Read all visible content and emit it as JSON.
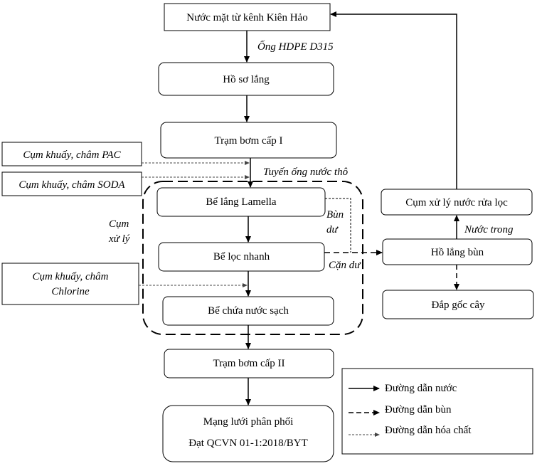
{
  "nodes": {
    "source": "Nước mặt từ kênh Kiên Hảo",
    "presettling": "Hồ sơ lắng",
    "pump1": "Trạm bơm cấp I",
    "lamella": "Bể lắng Lamella",
    "rapid_filter": "Bể lọc nhanh",
    "clear_tank": "Bể chứa nước sạch",
    "pump2": "Trạm bơm cấp II",
    "network_line1": "Mạng lưới phân phối",
    "network_line2": "Đạt QCVN 01-1:2018/BYT",
    "washwater": "Cụm xử lý nước rửa lọc",
    "sludge_pond": "Hồ lắng bùn",
    "tree_fill": "Đắp gốc cây",
    "pac": "Cụm khuấy, châm PAC",
    "soda": "Cụm khuấy, châm SODA",
    "chlorine_line1": "Cụm khuấy, châm",
    "chlorine_line2": "Chlorine"
  },
  "labels": {
    "hdpe": "Ống HDPE D315",
    "raw_pipe": "Tuyến ống nước thô",
    "group_line1": "Cụm",
    "group_line2": "xử lý",
    "sludge_line1": "Bùn",
    "sludge_line2": "dư",
    "residue": "Cặn dư",
    "clear_water": "Nước trong"
  },
  "legend": {
    "water": "Đường dẫn nước",
    "sludge": "Đường dẫn bùn",
    "chemical": "Đường dẫn hóa chất"
  }
}
